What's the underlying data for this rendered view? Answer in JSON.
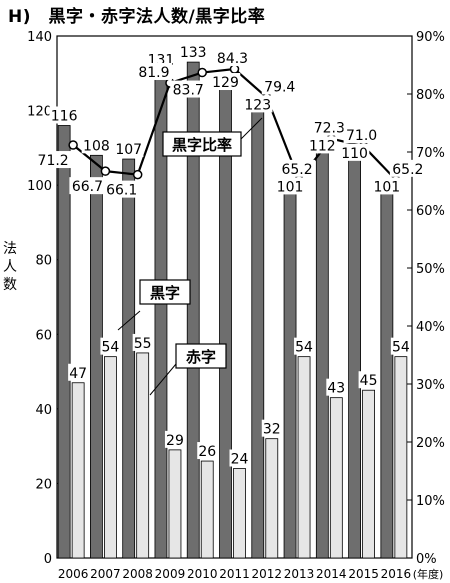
{
  "title": "H)　黒字・赤字法人数/黒字比率",
  "y_left_label": "法人数",
  "x_unit_label": "(年度)",
  "annotations": {
    "rate_label": "黒字比率",
    "black_label": "黒字",
    "red_label": "赤字"
  },
  "colors": {
    "black_bar": "#6e6e6e",
    "red_bar": "#e6e6e6",
    "line": "#000000"
  },
  "chart_data": {
    "type": "bar",
    "title": "黒字・赤字法人数/黒字比率",
    "categories": [
      "2006",
      "2007",
      "2008",
      "2009",
      "2010",
      "2011",
      "2012",
      "2013",
      "2014",
      "2015",
      "2016"
    ],
    "series": [
      {
        "name": "黒字",
        "kind": "bar",
        "axis": "left",
        "values": [
          116,
          108,
          107,
          131,
          133,
          129,
          123,
          101,
          112,
          110,
          101
        ]
      },
      {
        "name": "赤字",
        "kind": "bar",
        "axis": "left",
        "values": [
          47,
          54,
          55,
          29,
          26,
          24,
          32,
          54,
          43,
          45,
          54
        ]
      },
      {
        "name": "黒字比率",
        "kind": "line",
        "axis": "right",
        "values": [
          71.2,
          66.7,
          66.1,
          81.9,
          83.7,
          84.3,
          79.4,
          65.2,
          72.3,
          71.0,
          65.2
        ]
      }
    ],
    "ylabel": "法人数",
    "ylim": [
      0,
      140
    ],
    "yticks": [
      "0",
      "20",
      "40",
      "60",
      "80",
      "100",
      "120",
      "140"
    ],
    "y2lim": [
      0,
      90
    ],
    "y2ticks": [
      "0%",
      "10%",
      "20%",
      "30%",
      "40%",
      "50%",
      "60%",
      "70%",
      "80%",
      "90%"
    ],
    "grid": false,
    "legend": "annotations"
  }
}
